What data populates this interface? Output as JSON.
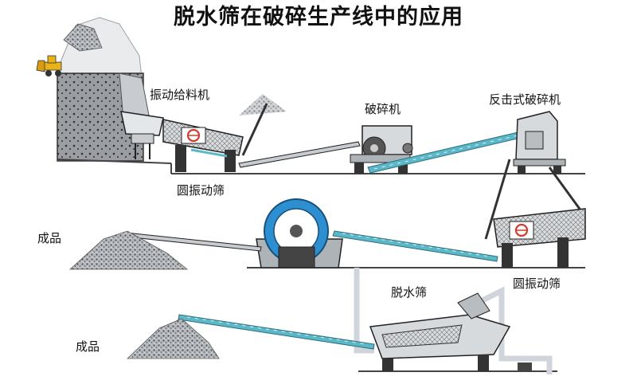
{
  "title": "脱水筛在破碎生产线中的应用",
  "labels": {
    "feeder": "振动给料机",
    "crusher": "破碎机",
    "impact_crusher": "反击式破碎机",
    "screen_top": "圆振动筛",
    "product_1": "成品",
    "screen_right": "圆振动筛",
    "dewatering_screen": "脱水筛",
    "product_2": "成品"
  },
  "colors": {
    "conveyor_belt": "#5cb8c8",
    "sand_washer_wheel": "#2e8fd0",
    "pipe": "#cfd5da",
    "machine_outline": "#222222",
    "screen_red": "#d63a2c"
  }
}
